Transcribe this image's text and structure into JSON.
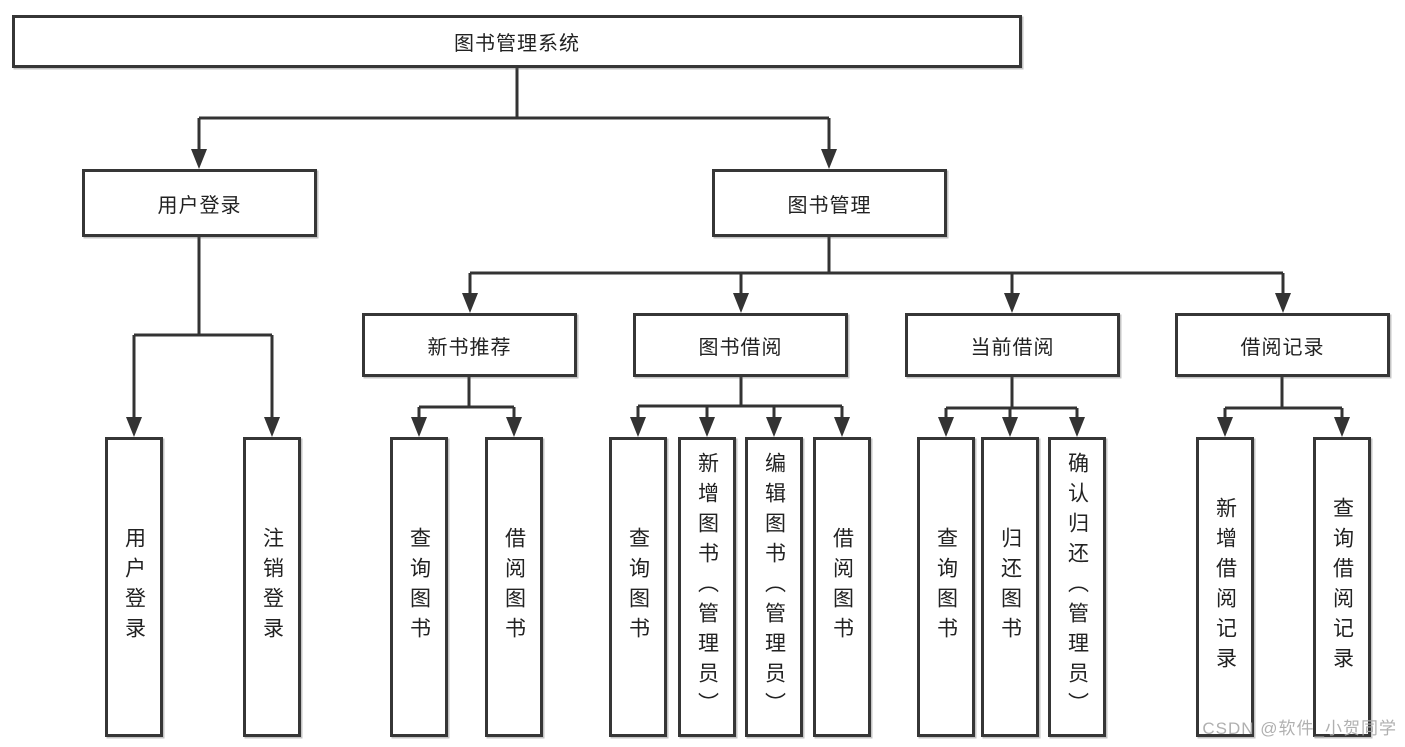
{
  "tree": {
    "root": {
      "label": "图书管理系统",
      "children": [
        {
          "label": "用户登录",
          "children": [
            {
              "label": "用户登录"
            },
            {
              "label": "注销登录"
            }
          ]
        },
        {
          "label": "图书管理",
          "children": [
            {
              "label": "新书推荐",
              "children": [
                {
                  "label": "查询图书"
                },
                {
                  "label": "借阅图书"
                }
              ]
            },
            {
              "label": "图书借阅",
              "children": [
                {
                  "label": "查询图书"
                },
                {
                  "label": "新增图书（管理员）"
                },
                {
                  "label": "编辑图书（管理员）"
                },
                {
                  "label": "借阅图书"
                }
              ]
            },
            {
              "label": "当前借阅",
              "children": [
                {
                  "label": "查询图书"
                },
                {
                  "label": "归还图书"
                },
                {
                  "label": "确认归还（管理员）"
                }
              ]
            },
            {
              "label": "借阅记录",
              "children": [
                {
                  "label": "新增借阅记录"
                },
                {
                  "label": "查询借阅记录"
                }
              ]
            }
          ]
        }
      ]
    }
  },
  "watermark": {
    "text": "CSDN @软件_小贺同学"
  },
  "colors": {
    "line": "#333333",
    "box_border": "#363636",
    "text": "#222222",
    "watermark": "#acacac",
    "background": "#ffffff"
  }
}
